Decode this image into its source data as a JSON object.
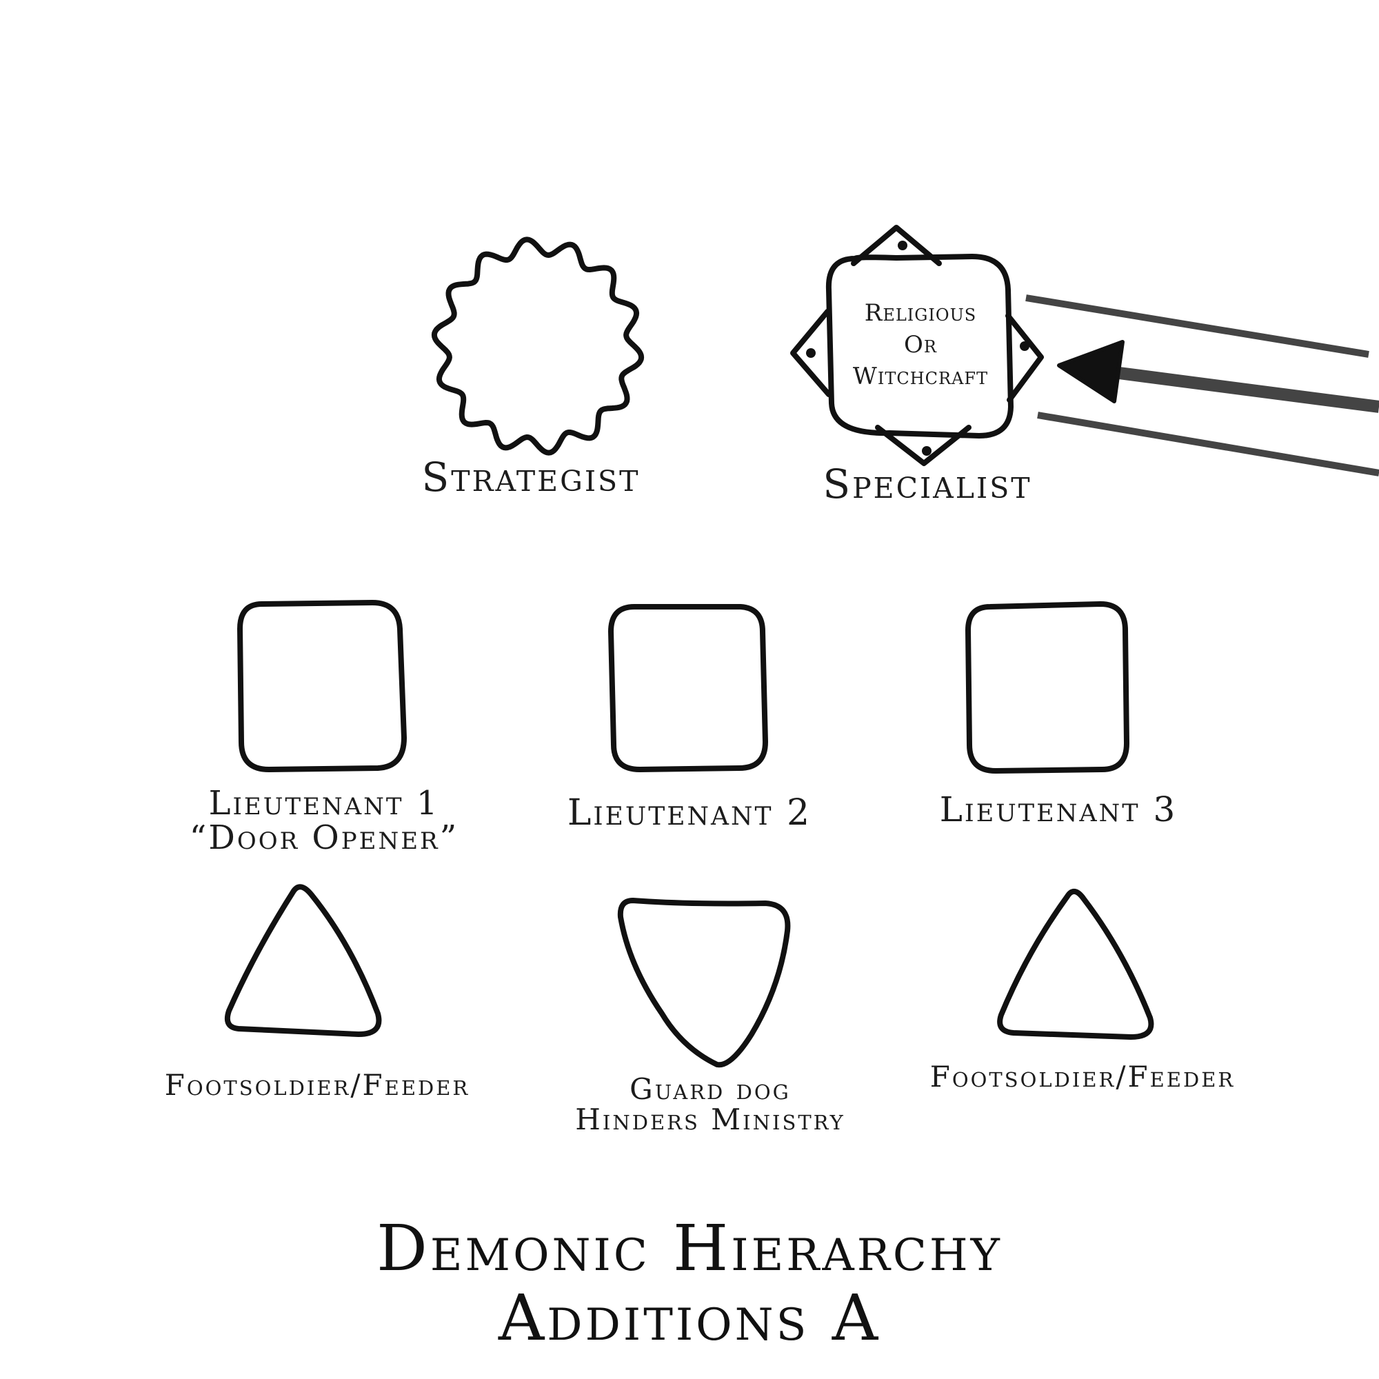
{
  "title": {
    "line1": "Demonic Hierarchy",
    "line2": "Additions A"
  },
  "nodes": {
    "strategist": {
      "label": "Strategist",
      "shape": "scalloped-circle"
    },
    "specialist": {
      "label": "Specialist",
      "shape": "square-with-diamond-tabs",
      "inner_line1": "Religious",
      "inner_line2": "Or",
      "inner_line3": "Witchcraft"
    },
    "lieutenant_1": {
      "label_line1": "Lieutenant 1",
      "label_line2": "“Door Opener”",
      "shape": "rounded-square"
    },
    "lieutenant_2": {
      "label": "Lieutenant 2",
      "shape": "rounded-square"
    },
    "lieutenant_3": {
      "label": "Lieutenant 3",
      "shape": "rounded-square"
    },
    "footsoldier_left": {
      "label": "Footsoldier/Feeder",
      "shape": "triangle"
    },
    "guard_dog": {
      "label_line1": "Guard dog",
      "label_line2": "Hinders Ministry",
      "shape": "shield"
    },
    "footsoldier_right": {
      "label": "Footsoldier/Feeder",
      "shape": "triangle"
    }
  },
  "arrow": {
    "icon": "arrow-pointing-left-icon",
    "target": "specialist"
  },
  "colors": {
    "ink": "#111111",
    "text": "#1c1c1c",
    "arrow_lines": "#444444",
    "background": "#ffffff"
  }
}
